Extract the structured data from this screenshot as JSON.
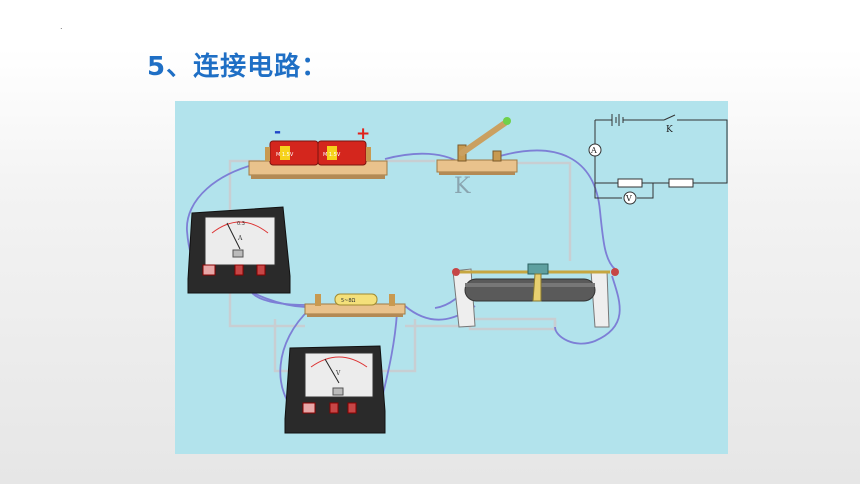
{
  "slide": {
    "marker": ".",
    "title": "5、连接电路："
  },
  "diagram": {
    "battery": {
      "negative_sign": "-",
      "positive_sign": "+",
      "cell_text": "M 1.5V"
    },
    "switch_label": "K",
    "ammeter": {
      "symbol": "A",
      "scale_mid": "0.3"
    },
    "voltmeter": {
      "symbol": "V"
    },
    "resistor_label": "5~8Ω",
    "schematic": {
      "switch": "K",
      "ammeter": "A",
      "voltmeter": "V"
    }
  },
  "colors": {
    "title": "#1f6fc5",
    "panel": "#b2e3ec",
    "wire": "#7d7fd6",
    "plus": "#e0221b",
    "minus": "#1f45c8"
  }
}
